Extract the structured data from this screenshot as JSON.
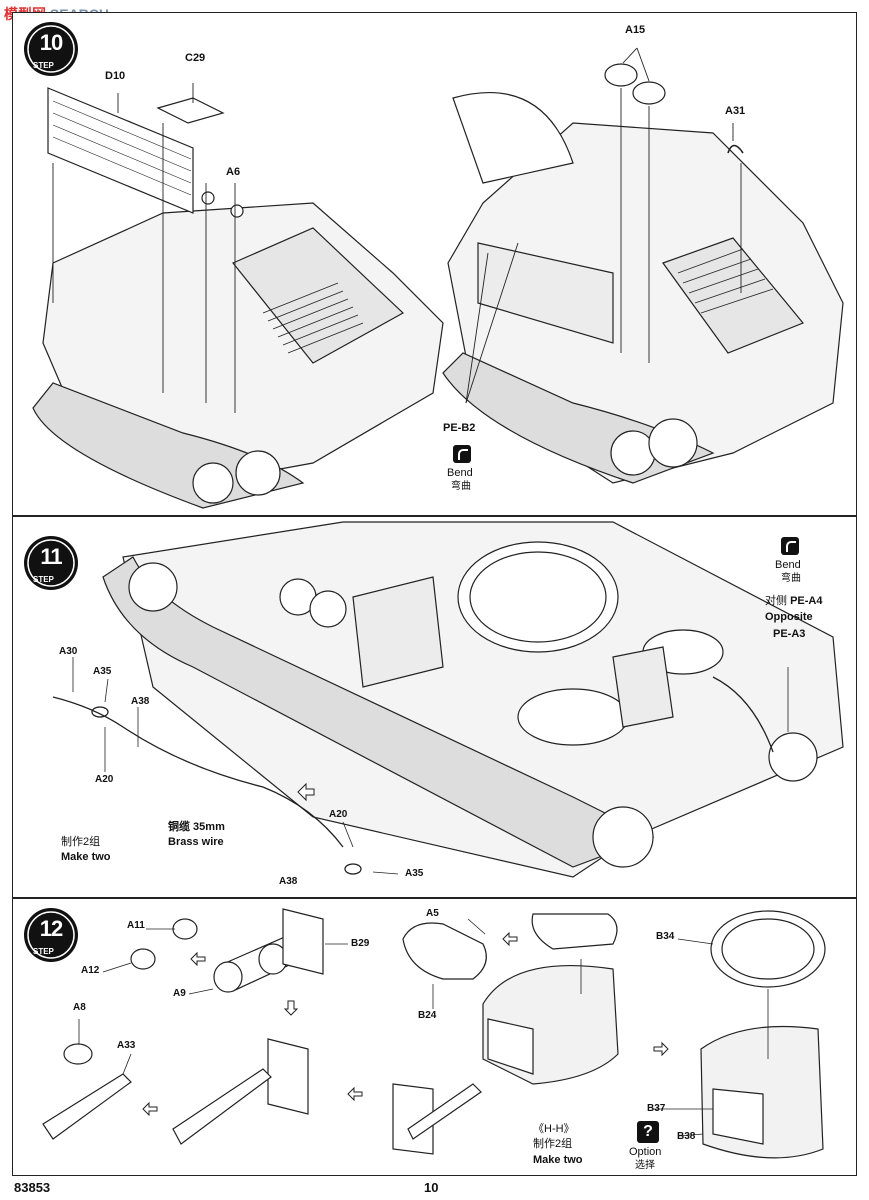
{
  "watermark": {
    "text": "SEARCH",
    "brand": "模型网"
  },
  "steps": {
    "step10": {
      "number": "10",
      "word": "STEP"
    },
    "step11": {
      "number": "11",
      "word": "STEP"
    },
    "step12": {
      "number": "12",
      "word": "STEP"
    }
  },
  "step10": {
    "labels": {
      "c29": "C29",
      "d10": "D10",
      "a6": "A6",
      "a15": "A15",
      "a31": "A31",
      "pe_b2": "PE-B2"
    },
    "bend": {
      "en": "Bend",
      "zh": "弯曲"
    }
  },
  "step11": {
    "labels": {
      "a30": "A30",
      "a35_top": "A35",
      "a38_top": "A38",
      "a20_left": "A20",
      "a20_right": "A20",
      "a38_bottom": "A38",
      "a35_bottom": "A35",
      "pe_a3": "PE-A3"
    },
    "brass_wire": {
      "zh": "铜缆 35mm",
      "en": "Brass  wire"
    },
    "make_two": {
      "zh": "制作2组",
      "en": "Make two"
    },
    "opposite": {
      "zh_prefix": "对侧",
      "code": "PE-A4",
      "en": "Opposite"
    },
    "bend": {
      "en": "Bend",
      "zh": "弯曲"
    }
  },
  "step12": {
    "labels": {
      "a11": "A11",
      "a12": "A12",
      "a9": "A9",
      "b29": "B29",
      "a5": "A5",
      "b24": "B24",
      "b34": "B34",
      "a8": "A8",
      "a33": "A33",
      "b37": "B37",
      "b38": "B38"
    },
    "hh": "《H-H》",
    "make_two": {
      "zh": "制作2组",
      "en": "Make two"
    },
    "option": {
      "icon": "?",
      "en": "Option",
      "zh": "选择"
    }
  },
  "footer": {
    "code": "83853",
    "page": "10"
  },
  "colors": {
    "ink": "#1a1a1a",
    "paper": "#ffffff",
    "hull_fill": "#f2f2f2"
  }
}
